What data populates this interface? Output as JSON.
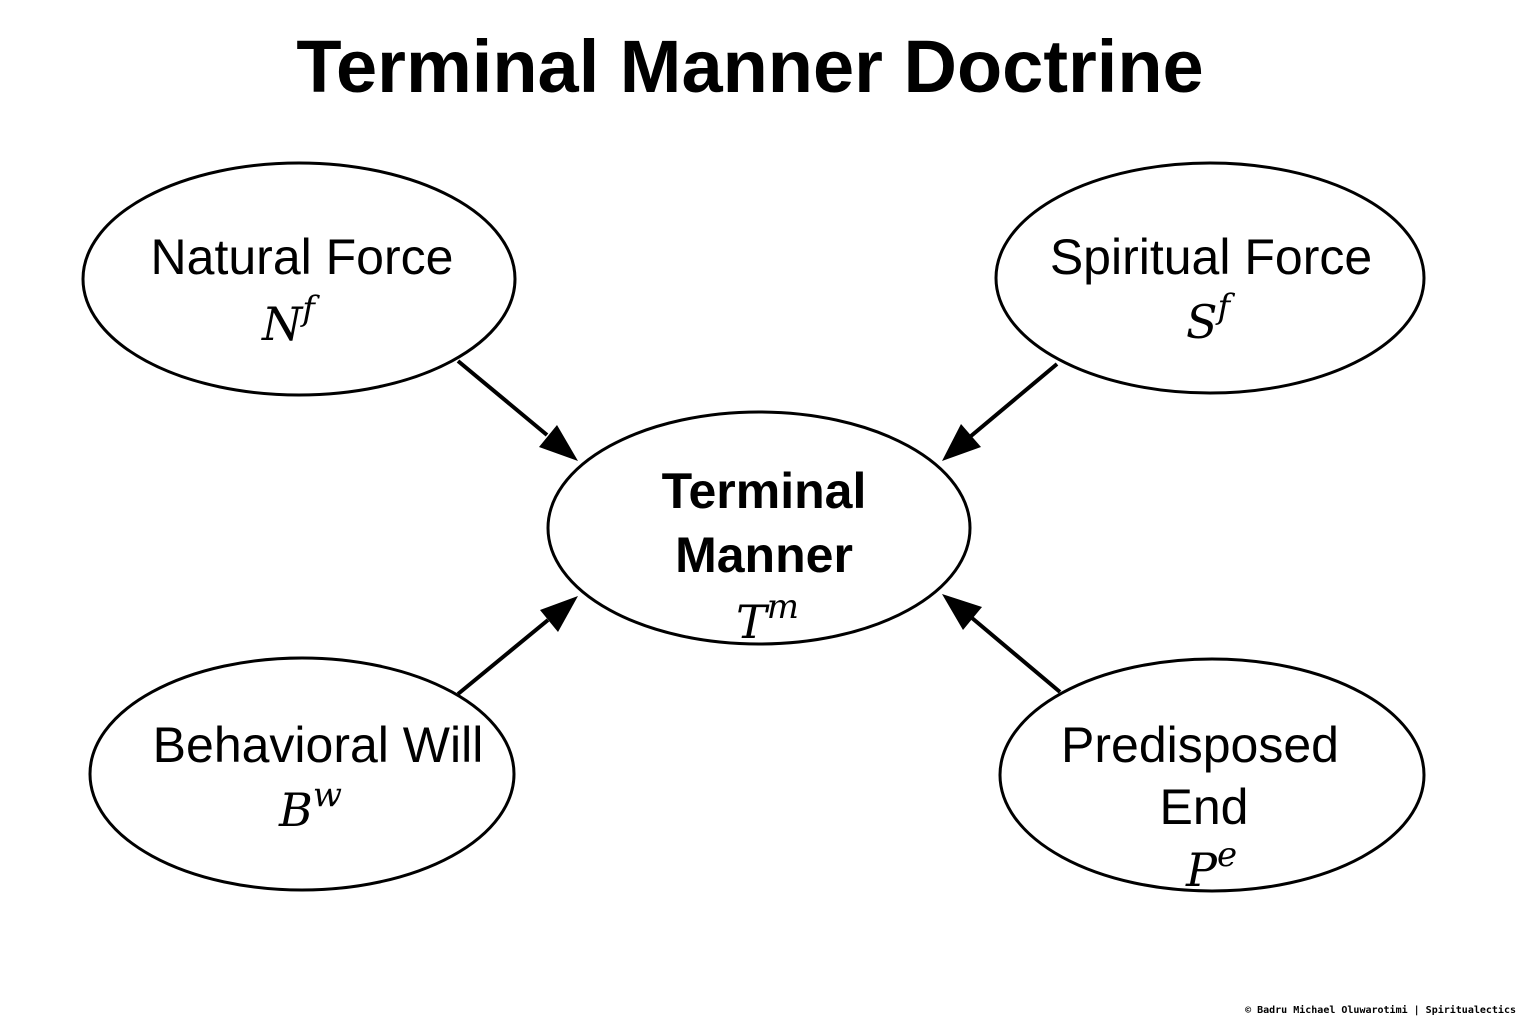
{
  "title": "Terminal Manner Doctrine",
  "nodes": {
    "natural_force": {
      "label": "Natural Force",
      "symbol": "N",
      "superscript": "f"
    },
    "spiritual_force": {
      "label": "Spiritual Force",
      "symbol": "S",
      "superscript": "f"
    },
    "terminal_manner": {
      "label_line1": "Terminal",
      "label_line2": "Manner",
      "symbol": "T",
      "superscript": "m"
    },
    "behavioral_will": {
      "label": "Behavioral Will",
      "symbol": "B",
      "superscript": "w"
    },
    "predisposed_end": {
      "label_line1": "Predisposed",
      "label_line2": "End",
      "symbol": "P",
      "superscript": "e"
    }
  },
  "edges": [
    {
      "from": "Natural Force",
      "to": "Terminal Manner"
    },
    {
      "from": "Spiritual Force",
      "to": "Terminal Manner"
    },
    {
      "from": "Behavioral Will",
      "to": "Terminal Manner"
    },
    {
      "from": "Predisposed End",
      "to": "Terminal Manner"
    }
  ],
  "footer": "© Badru Michael Oluwarotimi | Spiritualectics"
}
